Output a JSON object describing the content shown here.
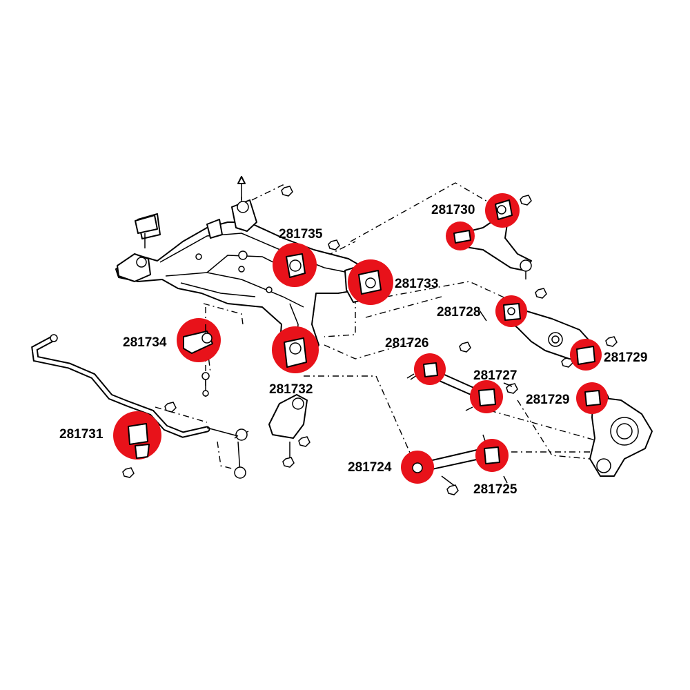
{
  "colors": {
    "highlight": "#e8121a",
    "line": "#000000",
    "background": "#ffffff"
  },
  "labels": {
    "p281735": "281735",
    "p281733": "281733",
    "p281730": "281730",
    "p281728": "281728",
    "p281729a": "281729",
    "p281729b": "281729",
    "p281734": "281734",
    "p281732": "281732",
    "p281726": "281726",
    "p281727": "281727",
    "p281731": "281731",
    "p281724": "281724",
    "p281725": "281725"
  }
}
